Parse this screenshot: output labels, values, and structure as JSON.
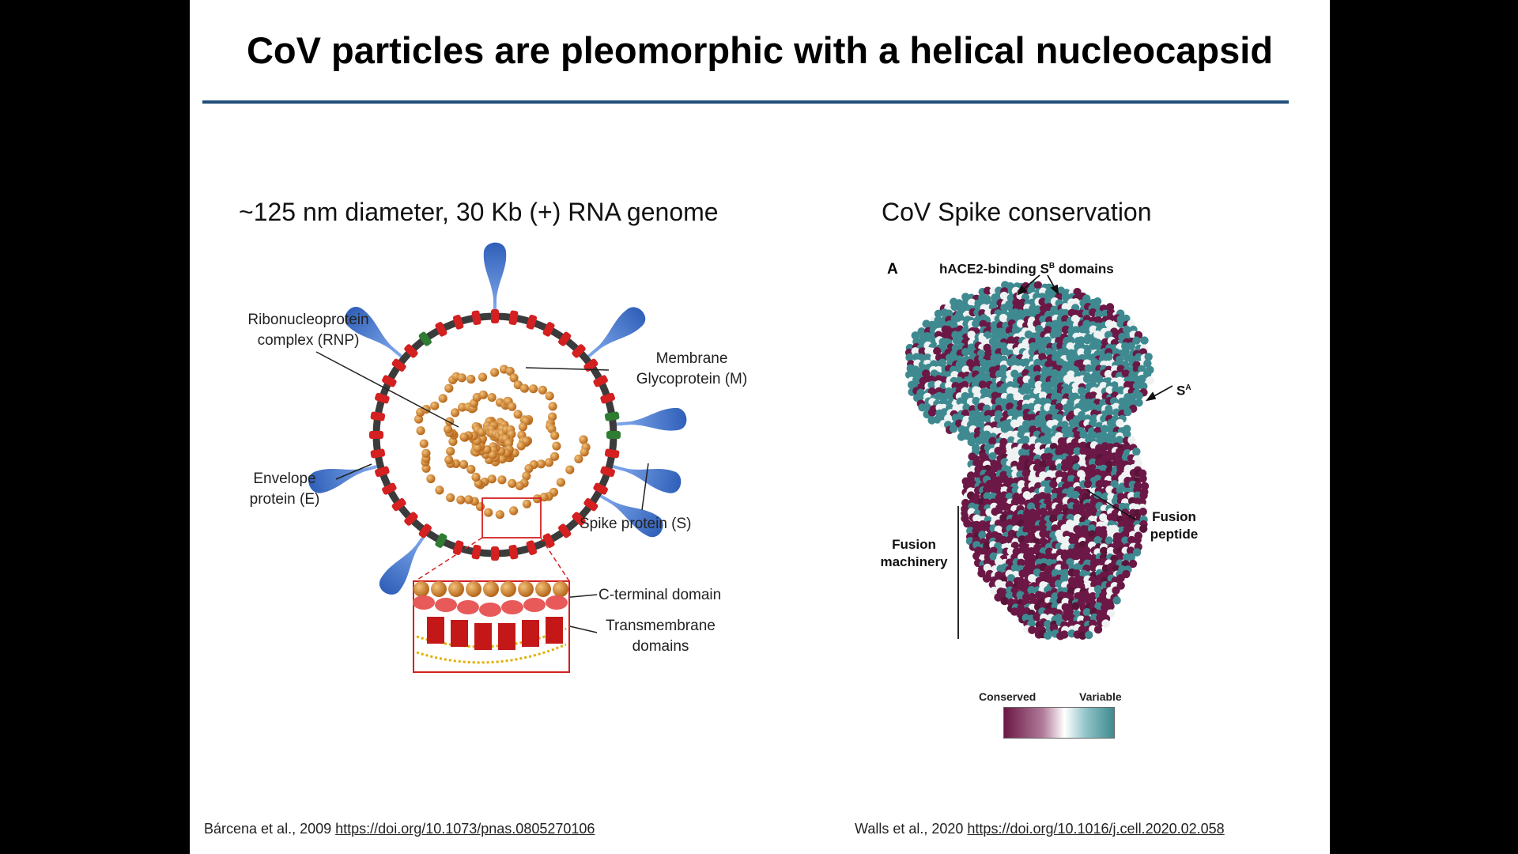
{
  "slide": {
    "title": "CoV particles are pleomorphic with a helical nucleocapsid"
  },
  "left_panel": {
    "heading": "~125 nm diameter, 30 Kb (+) RNA genome",
    "labels": {
      "rnp_line1": "Ribonucleoprotein",
      "rnp_line2": "complex (RNP)",
      "membrane_line1": "Membrane",
      "membrane_line2": "Glycoprotein (M)",
      "envelope_line1": "Envelope",
      "envelope_line2": "protein (E)",
      "spike": "Spike protein (S)",
      "c_terminal": "C-terminal domain",
      "transmembrane_line1": "Transmembrane",
      "transmembrane_line2": "domains"
    },
    "citation": {
      "text": "Bárcena et al., 2009",
      "link": "https://doi.org/10.1073/pnas.0805270106"
    }
  },
  "right_panel": {
    "heading": "CoV Spike conservation",
    "panel_letter": "A",
    "labels": {
      "hace2": "hACE2-binding S",
      "hace2_sup": "B",
      "hace2_suffix": " domains",
      "sa": "S",
      "sa_sup": "A",
      "fusion_peptide_line1": "Fusion",
      "fusion_peptide_line2": "peptide",
      "fusion_machinery_line1": "Fusion",
      "fusion_machinery_line2": "machinery"
    },
    "scale": {
      "left_label": "Conserved",
      "right_label": "Variable"
    },
    "citation": {
      "text": "Walls et al., 2020",
      "link": "https://doi.org/10.1016/j.cell.2020.02.058"
    }
  },
  "colors": {
    "title_rule": "#1f4e79",
    "spike_blue": "#4a7fd6",
    "membrane_red": "#d42020",
    "rnp_orange": "#d9892a",
    "conserved": "#6b1846",
    "variable": "#3f8a91"
  }
}
